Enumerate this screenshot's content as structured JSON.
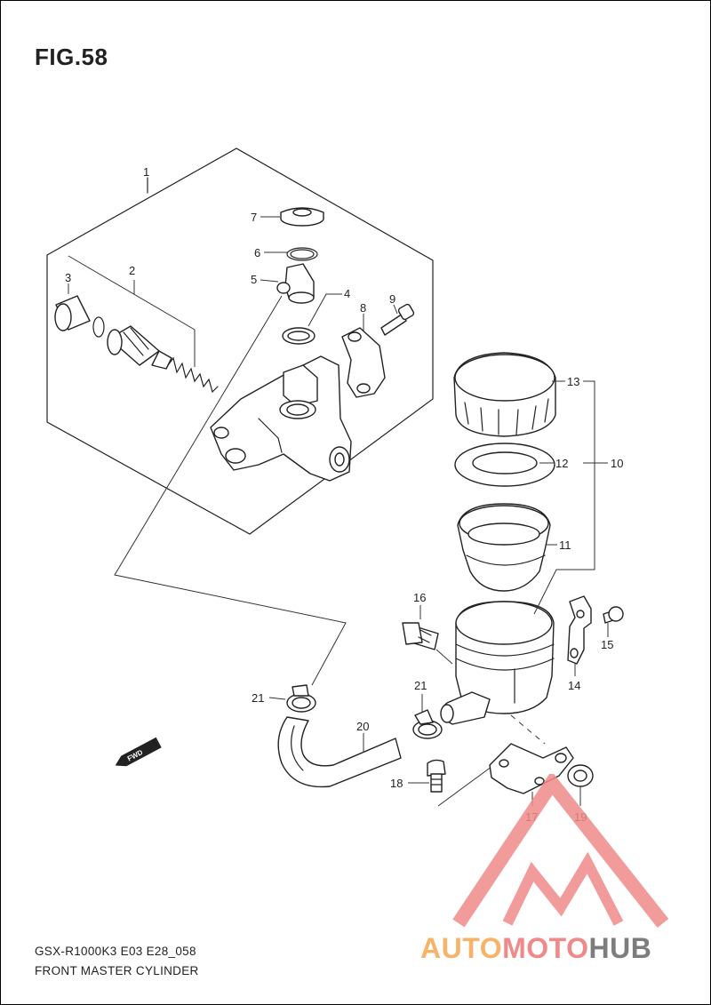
{
  "figure": {
    "title": "FIG.58",
    "model_code": "GSX-R1000K3 E03 E28_058",
    "caption": "FRONT MASTER CYLINDER"
  },
  "direction_marker": "FWD",
  "callouts": {
    "c1": "1",
    "c2": "2",
    "c3": "3",
    "c4": "4",
    "c5": "5",
    "c6": "6",
    "c7": "7",
    "c8": "8",
    "c9": "9",
    "c10": "10",
    "c11": "11",
    "c12": "12",
    "c13": "13",
    "c14": "14",
    "c15": "15",
    "c16": "16",
    "c17": "17",
    "c18": "18",
    "c19": "19",
    "c20": "20",
    "c21a": "21",
    "c21b": "21"
  },
  "watermark": {
    "part1": "AUTO",
    "part2": "MOTO",
    "part3": "HUB",
    "colors": {
      "auto": "#f5b46a",
      "moto": "#f08a8a",
      "hub": "#7d7d7d",
      "mark": "#f08a8a"
    }
  }
}
